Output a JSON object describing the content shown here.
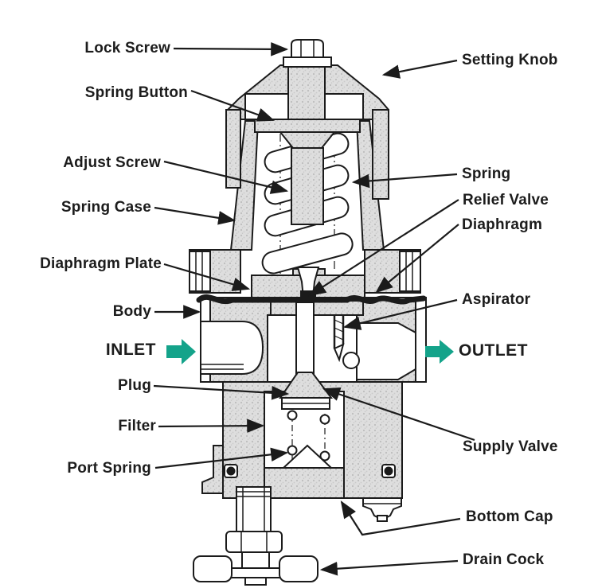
{
  "diagram": {
    "type": "technical-cutaway",
    "subject": "Pressure regulator valve cross-section",
    "labels_left": [
      {
        "text": "Lock Screw"
      },
      {
        "text": "Spring Button"
      },
      {
        "text": "Adjust Screw"
      },
      {
        "text": "Spring Case"
      },
      {
        "text": "Diaphragm Plate"
      },
      {
        "text": "Body"
      },
      {
        "text": "Plug"
      },
      {
        "text": "Filter"
      },
      {
        "text": "Port Spring"
      }
    ],
    "labels_right": [
      {
        "text": "Setting Knob"
      },
      {
        "text": "Spring"
      },
      {
        "text": "Relief Valve"
      },
      {
        "text": "Diaphragm"
      },
      {
        "text": "Aspirator"
      },
      {
        "text": "Supply Valve"
      },
      {
        "text": "Bottom Cap"
      },
      {
        "text": "Drain Cock"
      }
    ],
    "flow": {
      "inlet": "INLET",
      "outlet": "OUTLET"
    },
    "colors": {
      "flow_arrow": "#14A38A",
      "line": "#1b1b1b",
      "metal_fill": "#d9d9d9",
      "background": "#ffffff"
    }
  }
}
